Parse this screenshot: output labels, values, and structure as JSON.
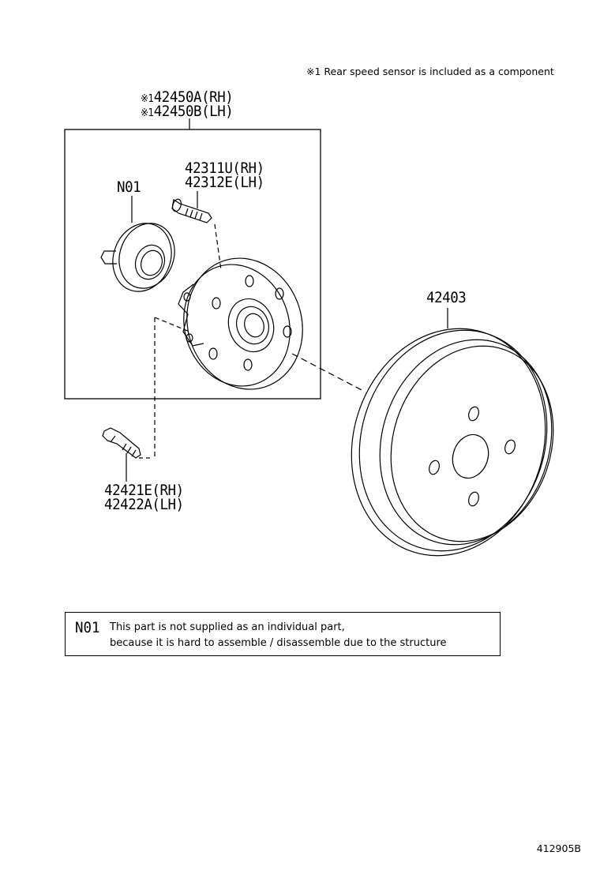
{
  "note_top": "※1 Rear speed sensor is included as a component",
  "hub_assembly": {
    "mark": "※1",
    "rh": "42450A(RH)",
    "lh": "42450B(LH)"
  },
  "hub_bolt": {
    "rh": "42311U(RH)",
    "lh": "42312E(LH)"
  },
  "bearing": {
    "code": "N01"
  },
  "brake_drum": {
    "part": "42403"
  },
  "mount_bolt": {
    "rh": "42421E(RH)",
    "lh": "42422A(LH)"
  },
  "n01_note": {
    "code": "N01",
    "line1": "This part is not supplied as an individual part,",
    "line2": "because it is hard to assemble / disassemble due to the structure"
  },
  "drawing_code": "412905B"
}
